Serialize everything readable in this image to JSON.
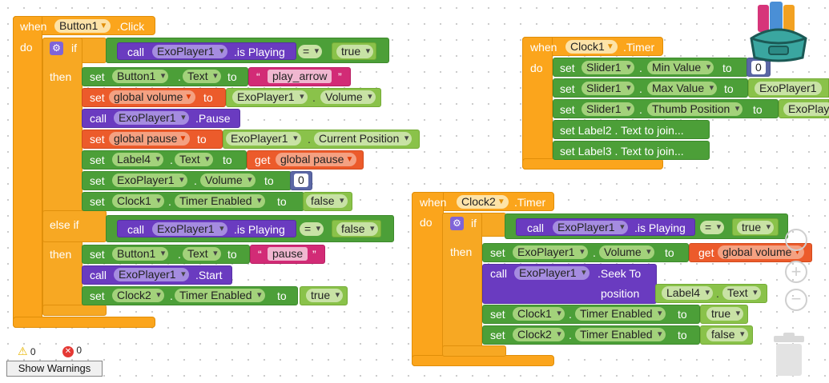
{
  "event1": {
    "when": "when",
    "component": "Button1",
    "event": ".Click",
    "do": "do",
    "if": "if",
    "then": "then",
    "else_if": "else if",
    "cond1": {
      "call": "call",
      "obj": "ExoPlayer1",
      "method": ".is Playing",
      "op": "=",
      "val": "true"
    },
    "s1": {
      "set": "set",
      "obj": "Button1",
      "dot": ".",
      "prop": "Text",
      "to": "to",
      "str": "play_arrow"
    },
    "s2": {
      "set": "set",
      "var": "global volume",
      "to": "to",
      "obj": "ExoPlayer1",
      "dot": ".",
      "prop": "Volume"
    },
    "s3": {
      "call": "call",
      "obj": "ExoPlayer1",
      "method": ".Pause"
    },
    "s4": {
      "set": "set",
      "var": "global pause",
      "to": "to",
      "obj": "ExoPlayer1",
      "dot": ".",
      "prop": "Current Position"
    },
    "s5": {
      "set": "set",
      "obj": "Label4",
      "dot": ".",
      "prop": "Text",
      "to": "to",
      "get": "get",
      "var": "global pause"
    },
    "s6": {
      "set": "set",
      "obj": "ExoPlayer1",
      "dot": ".",
      "prop": "Volume",
      "to": "to",
      "num": "0"
    },
    "s7": {
      "set": "set",
      "obj": "Clock1",
      "dot": ".",
      "prop": "Timer Enabled",
      "to": "to",
      "val": "false"
    },
    "cond2": {
      "call": "call",
      "obj": "ExoPlayer1",
      "method": ".is Playing",
      "op": "=",
      "val": "false"
    },
    "t1": {
      "set": "set",
      "obj": "Button1",
      "dot": ".",
      "prop": "Text",
      "to": "to",
      "str": "pause"
    },
    "t2": {
      "call": "call",
      "obj": "ExoPlayer1",
      "method": ".Start"
    },
    "t3": {
      "set": "set",
      "obj": "Clock2",
      "dot": ".",
      "prop": "Timer Enabled",
      "to": "to",
      "val": "true"
    }
  },
  "event2": {
    "when": "when",
    "component": "Clock1",
    "event": ".Timer",
    "do": "do",
    "s1": {
      "set": "set",
      "obj": "Slider1",
      "dot": ".",
      "prop": "Min Value",
      "to": "to",
      "num": "0"
    },
    "s2": {
      "set": "set",
      "obj": "Slider1",
      "dot": ".",
      "prop": "Max Value",
      "to": "to",
      "val": "ExoPlayer1"
    },
    "s3": {
      "set": "set",
      "obj": "Slider1",
      "dot": ".",
      "prop": "Thumb Position",
      "to": "to",
      "val": "ExoPlay"
    },
    "s4": {
      "text": "set  Label2 . Text  to join..."
    },
    "s5": {
      "text": "set  Label3 . Text  to join..."
    }
  },
  "event3": {
    "when": "when",
    "component": "Clock2",
    "event": ".Timer",
    "do": "do",
    "if": "if",
    "then": "then",
    "cond": {
      "call": "call",
      "obj": "ExoPlayer1",
      "method": ".is Playing",
      "op": "=",
      "val": "true"
    },
    "s1": {
      "set": "set",
      "obj": "ExoPlayer1",
      "dot": ".",
      "prop": "Volume",
      "to": "to",
      "get": "get",
      "var": "global volume"
    },
    "s2": {
      "call": "call",
      "obj": "ExoPlayer1",
      "method": ".Seek To",
      "param": "position",
      "arg_obj": "Label4",
      "dot": ".",
      "arg_prop": "Text"
    },
    "s3": {
      "set": "set",
      "obj": "Clock1",
      "dot": ".",
      "prop": "Timer Enabled",
      "to": "to",
      "val": "true"
    },
    "s4": {
      "set": "set",
      "obj": "Clock2",
      "dot": ".",
      "prop": "Timer Enabled",
      "to": "to",
      "val": "false"
    }
  },
  "warnings": {
    "warn_count": "0",
    "error_count": "0",
    "button": "Show Warnings"
  }
}
